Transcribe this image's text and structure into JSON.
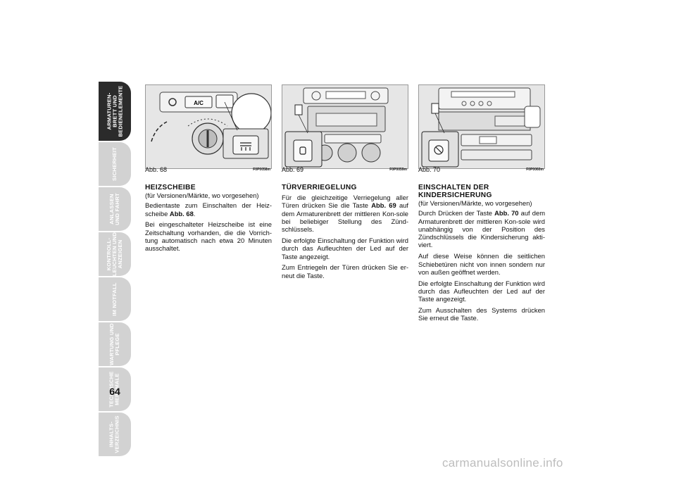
{
  "sidebar": {
    "tabs": [
      {
        "label": "ARMATUREN-\nBRETT UND\nBEDIENELEMENTE",
        "active": true
      },
      {
        "label": "SICHERHEIT",
        "active": false
      },
      {
        "label": "ANLASSEN\nUND FAHRT",
        "active": false
      },
      {
        "label": "KONTROLL-\nLEUCHTEN UND\nANZEIGEN",
        "active": false
      },
      {
        "label": "IM NOTFALL",
        "active": false
      },
      {
        "label": "WARTUNG UND\nPFLEGE",
        "active": false
      },
      {
        "label": "TECHNISCHE\nMERKMALE",
        "active": false
      },
      {
        "label": "INHALTS-\nVERZEICHNIS",
        "active": false
      }
    ]
  },
  "page_number": "64",
  "figures": [
    {
      "label": "Abb. 68",
      "code": "F0P0058m",
      "panel_text": "A/C"
    },
    {
      "label": "Abb. 69",
      "code": "F0P0059m"
    },
    {
      "label": "Abb. 70",
      "code": "F0P0060m"
    }
  ],
  "col1": {
    "title": "HEIZSCHEIBE",
    "subtitle": "(für Versionen/Märkte, wo vorgesehen)",
    "p1_pre": "Bedientaste zum Einschalten der Heiz-scheibe ",
    "p1_ref": "Abb. 68",
    "p1_post": ".",
    "p2": "Bei eingeschalteter Heizscheibe ist eine Zeitschaltung vorhanden, die die Vorrich-tung automatisch nach etwa 20 Minuten ausschaltet."
  },
  "col2": {
    "title": "TÜRVERRIEGELUNG",
    "p1_pre": "Für die gleichzeitige Verriegelung aller Türen drücken Sie die Taste ",
    "p1_ref": "Abb. 69",
    "p1_post": " auf dem Armaturenbrett der mittleren Kon-sole bei beliebiger Stellung des Zünd-schlüssels.",
    "p2": "Die erfolgte Einschaltung der Funktion wird durch das Aufleuchten der Led auf der Taste angezeigt.",
    "p3": "Zum Entriegeln der Türen drücken Sie er-neut die Taste."
  },
  "col3": {
    "title_line1": "EINSCHALTEN DER",
    "title_line2": "KINDERSICHERUNG",
    "subtitle": "(für Versionen/Märkte, wo vorgesehen)",
    "p1_pre": "Durch Drücken der Taste ",
    "p1_ref": "Abb. 70",
    "p1_post": " auf dem Armaturenbrett der mittleren Kon-sole wird unabhängig von der Position des Zündschlüssels die Kindersicherung akti-viert.",
    "p2": "Auf diese Weise können die seitlichen Schiebetüren nicht von innen sondern nur von außen geöffnet werden.",
    "p3": "Die erfolgte Einschaltung der Funktion wird durch das Aufleuchten der Led auf der Taste angezeigt.",
    "p4": "Zum Ausschalten des Systems drücken Sie erneut die Taste."
  },
  "watermark": "carmanualsonline.info"
}
